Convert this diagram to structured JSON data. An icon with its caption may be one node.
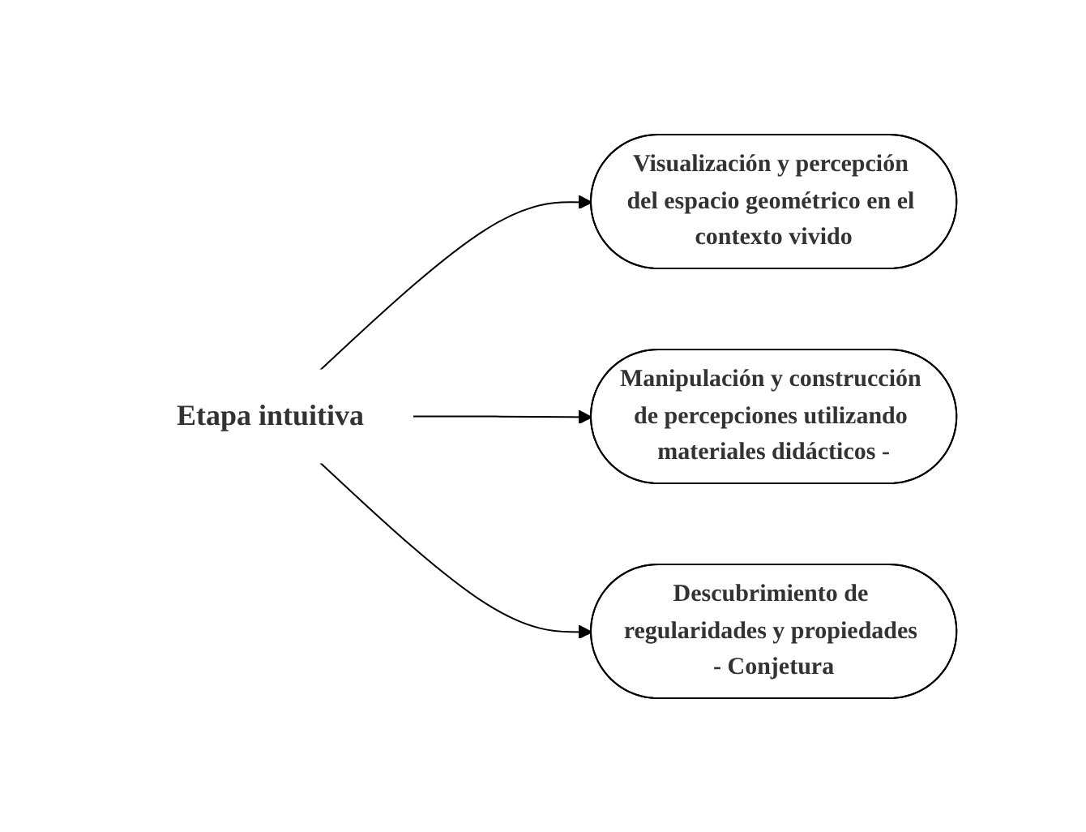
{
  "diagram": {
    "nodes": [
      {
        "text": [
          "Etapa intuitiva"
        ]
      },
      {
        "text": [
          "Visualización y percepción del espacio geométrico en el contexto vivido"
        ]
      },
      {
        "text": [
          "Manipulación y construcción de percepciones utilizando materiales didácticos -"
        ]
      },
      {
        "text": [
          "Descubrimiento de regularidades y propiedades - Conjetura"
        ]
      }
    ],
    "edges": [
      {
        "from": 0,
        "to": 1,
        "arrow": "to"
      },
      {
        "from": 0,
        "to": 2,
        "arrow": "to"
      },
      {
        "from": 0,
        "to": 3,
        "arrow": "to"
      }
    ]
  }
}
